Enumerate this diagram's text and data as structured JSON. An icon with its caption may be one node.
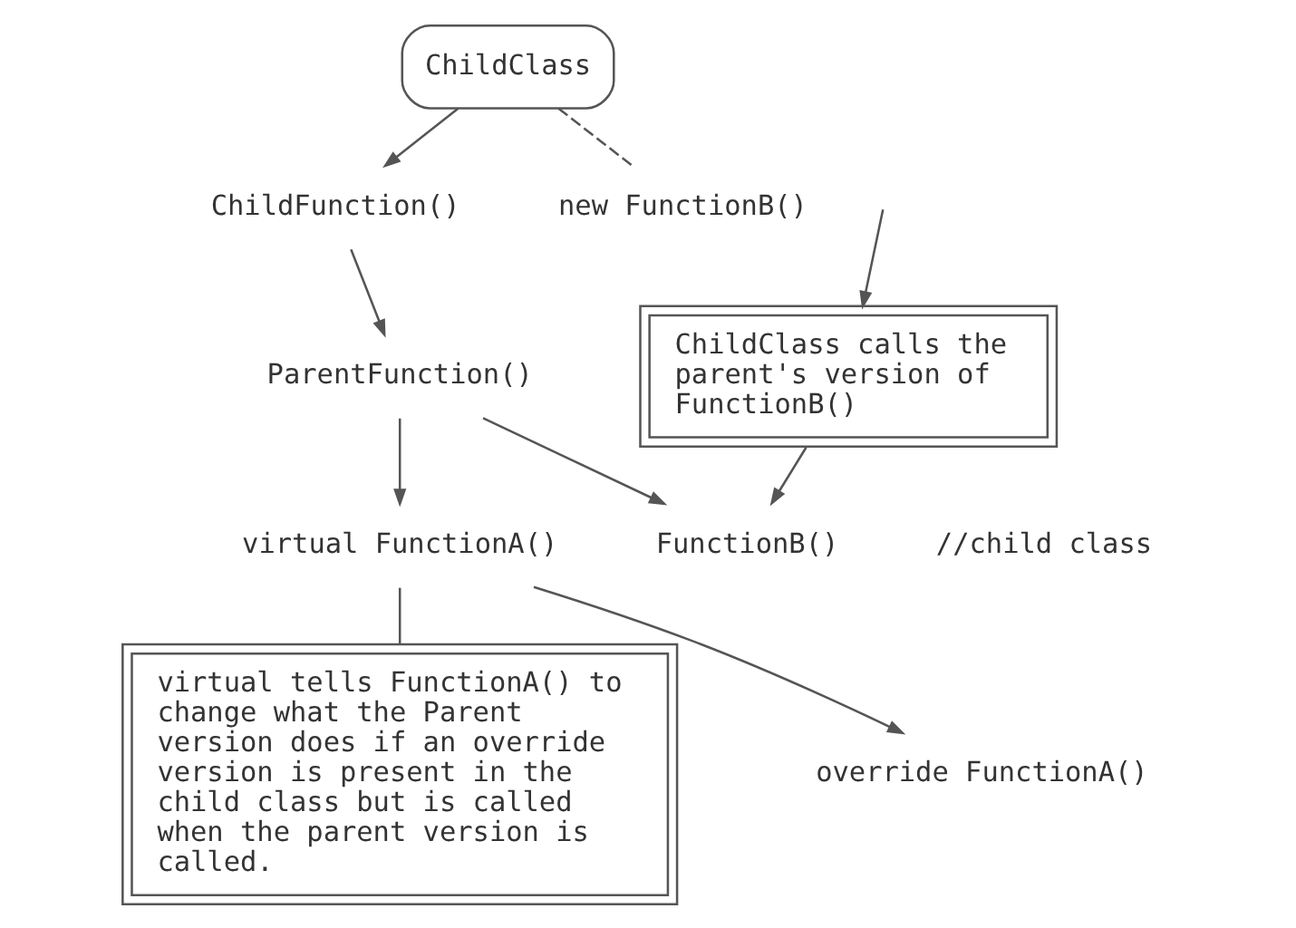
{
  "diagram": {
    "nodes": [
      {
        "text": [
          "ChildClass"
        ]
      },
      {
        "text": [
          "ChildFunction()"
        ]
      },
      {
        "text": [
          "ParentFunction()"
        ]
      },
      {
        "text": [
          "FunctionB()"
        ]
      },
      {
        "text": [
          "virtual FunctionA()"
        ]
      },
      {
        "text": [
          "ChildClass calls the parent's version of FunctionB()"
        ]
      },
      {
        "text": [
          "virtual tells FunctionA() to change what the Parent version does if an override version is present in the child class but is called when the parent version is called."
        ]
      },
      {
        "text": [
          "override FunctionA()"
        ]
      },
      {
        "text": [
          "new FunctionB()"
        ]
      }
    ],
    "edges": [
      {
        "from": 0,
        "to": 1,
        "arrow": "to"
      },
      {
        "from": 1,
        "to": 2,
        "arrow": "to"
      },
      {
        "from": 2,
        "to": 3,
        "arrow": "to"
      },
      {
        "from": null,
        "to": 5,
        "arrow": "to"
      },
      {
        "from": 5,
        "to": 3,
        "arrow": "to"
      },
      {
        "from": 2,
        "to": 4,
        "arrow": "to"
      },
      {
        "from": 4,
        "to": 6,
        "arrow": "none"
      },
      {
        "from": 4,
        "to": 7,
        "arrow": "to"
      },
      {
        "from": 0,
        "to": 8,
        "arrow": "none",
        "style": "dashed"
      }
    ],
    "labels": [
      "//child class"
    ]
  }
}
